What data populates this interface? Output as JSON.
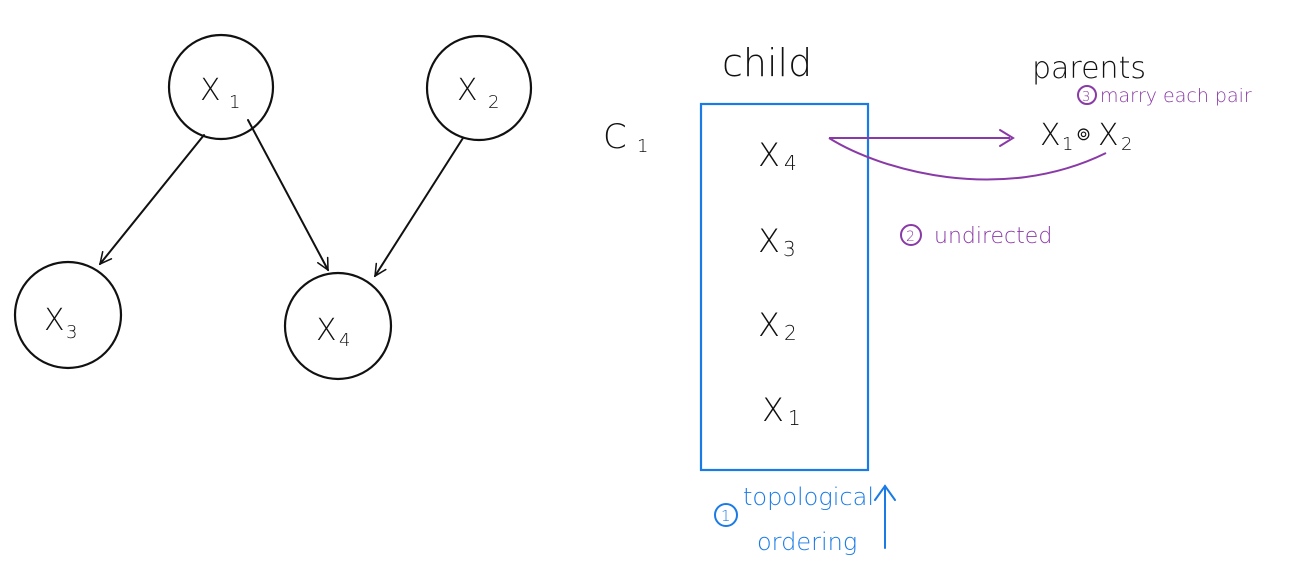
{
  "graph": {
    "nodes": [
      {
        "id": "x1",
        "main": "X",
        "sub": "1"
      },
      {
        "id": "x2",
        "main": "X",
        "sub": "2"
      },
      {
        "id": "x3",
        "main": "X",
        "sub": "3"
      },
      {
        "id": "x4",
        "main": "X",
        "sub": "4"
      }
    ],
    "edges": [
      {
        "from": "x1",
        "to": "x3"
      },
      {
        "from": "x1",
        "to": "x4"
      },
      {
        "from": "x2",
        "to": "x4"
      }
    ]
  },
  "table": {
    "child_header": "child",
    "parents_header": "parents",
    "row_label": {
      "main": "C",
      "sub": "1"
    },
    "ordering": [
      {
        "main": "X",
        "sub": "4"
      },
      {
        "main": "X",
        "sub": "3"
      },
      {
        "main": "X",
        "sub": "2"
      },
      {
        "main": "X",
        "sub": "1"
      }
    ],
    "parents_value": {
      "a": "X",
      "a_sub": "1",
      "sep": "⊚",
      "b": "X",
      "b_sub": "2"
    }
  },
  "annotations": {
    "step1": {
      "num": "1",
      "line1": "topological",
      "line2": "ordering",
      "arrow": "↑"
    },
    "step2": {
      "num": "2",
      "text": "undirected"
    },
    "step3": {
      "num": "3",
      "text": "marry each pair"
    }
  },
  "colors": {
    "ink": "#111111",
    "blue": "#1a7be6",
    "purple": "#8a3aa6"
  }
}
